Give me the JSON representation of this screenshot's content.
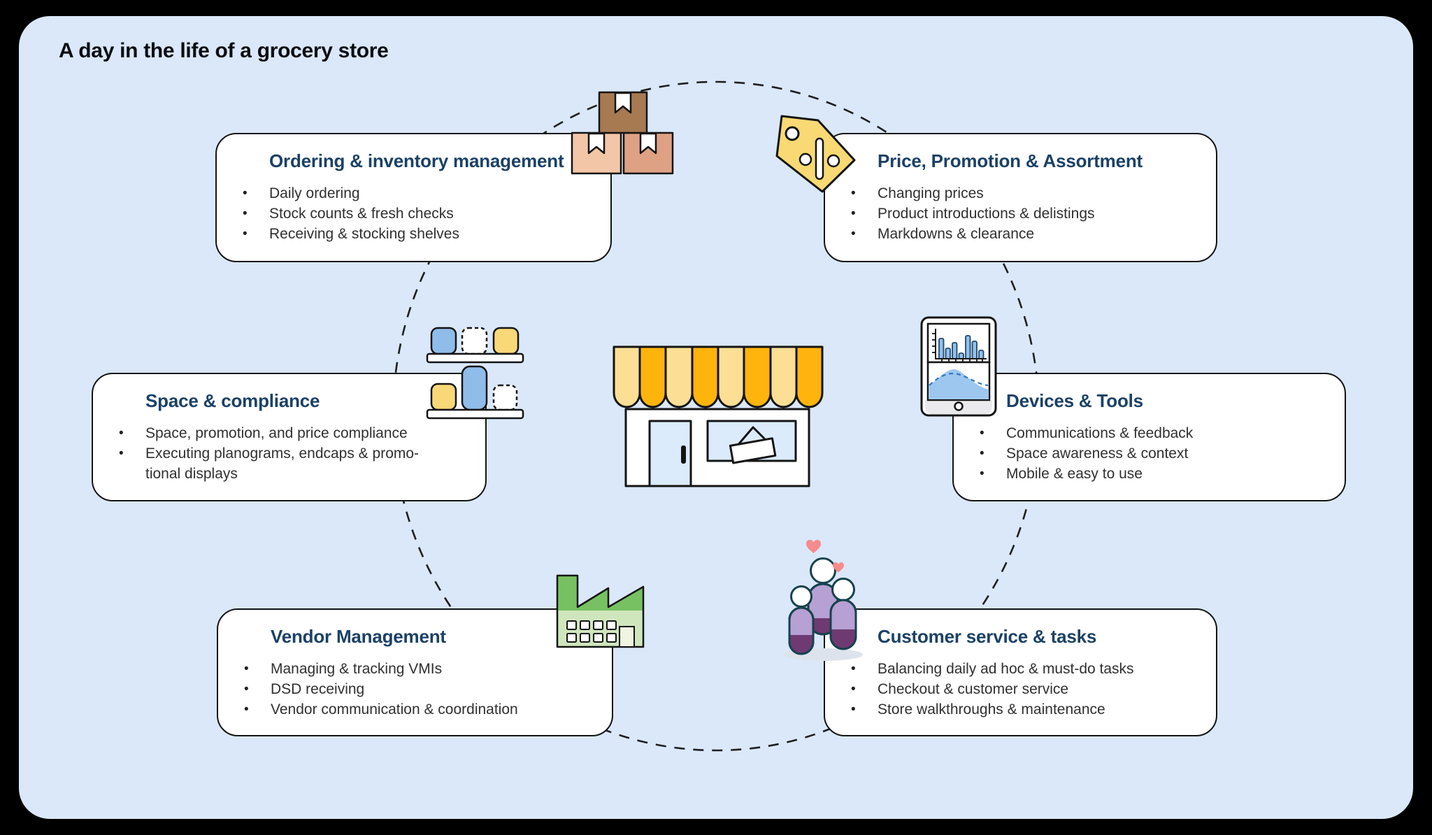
{
  "title": "A day in the life of a grocery store",
  "palette": {
    "outer_background": "#000000",
    "panel_background": "#dae8fa",
    "card_background": "#ffffff",
    "outline": "#141414",
    "card_title_navy": "#1b4166",
    "body_text": "#303030",
    "awning_light": "#fcdf95",
    "awning_orange": "#feb40d",
    "item_yellow": "#f9d877",
    "item_blue": "#8fbce8",
    "factory_green_dark": "#77c162",
    "factory_green_light": "#cfe6bd",
    "people_purple_light": "#b7a0d3",
    "people_purple_dark": "#6f3a71",
    "package_brown_dark": "#a87a51",
    "package_tan_light": "#f2c6a6",
    "package_tan_mid": "#dfa184",
    "heart_pink": "#f78b8b",
    "chart_blue": "#93bfe9"
  },
  "center": {
    "icon": "grocery-storefront"
  },
  "cycle": {
    "style": "dashed-ellipse"
  },
  "cards": [
    {
      "id": "ordering-inventory",
      "icon": "stacked-packages",
      "title": "Ordering & inventory management",
      "bullets": [
        [
          "Daily ordering"
        ],
        [
          "Stock counts & fresh checks"
        ],
        [
          "Receiving & stocking shelves"
        ]
      ]
    },
    {
      "id": "price-promotion-assortment",
      "icon": "price-tag",
      "title": "Price, Promotion & Assortment",
      "bullets": [
        [
          "Changing prices"
        ],
        [
          "Product introductions & delistings"
        ],
        [
          "Markdowns & clearance"
        ]
      ]
    },
    {
      "id": "space-compliance",
      "icon": "shelf-products",
      "title": "Space & compliance",
      "bullets": [
        [
          "Space, promotion, and price compliance"
        ],
        [
          "Executing planograms, endcaps & promo-",
          "tional displays"
        ]
      ]
    },
    {
      "id": "devices-tools",
      "icon": "tablet-analytics",
      "title": "Devices & Tools",
      "bullets": [
        [
          "Communications & feedback"
        ],
        [
          "Space awareness & context"
        ],
        [
          "Mobile & easy to use"
        ]
      ]
    },
    {
      "id": "vendor-management",
      "icon": "factory",
      "title": "Vendor Management",
      "bullets": [
        [
          "Managing & tracking VMIs"
        ],
        [
          "DSD receiving"
        ],
        [
          "Vendor communication & coordination"
        ]
      ]
    },
    {
      "id": "customer-service-tasks",
      "icon": "customers-hearts",
      "title": "Customer service & tasks",
      "bullets": [
        [
          "Balancing daily ad hoc & must-do tasks"
        ],
        [
          "Checkout & customer service"
        ],
        [
          "Store walkthroughs & maintenance"
        ]
      ]
    }
  ]
}
